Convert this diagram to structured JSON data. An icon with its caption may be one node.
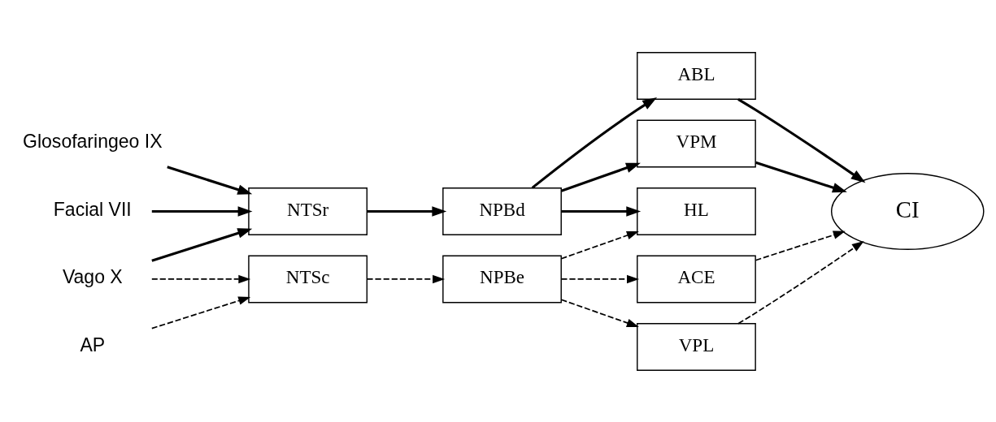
{
  "diagram": {
    "nodes": [
      {
        "text": [
          "Glosofaringeo IX"
        ]
      },
      {
        "text": [
          "Facial VII"
        ]
      },
      {
        "text": [
          "Vago X"
        ]
      },
      {
        "text": [
          "AP"
        ]
      },
      {
        "text": [
          "NTSr"
        ]
      },
      {
        "text": [
          "NTSc"
        ]
      },
      {
        "text": [
          "NPBd"
        ]
      },
      {
        "text": [
          "NPBe"
        ]
      },
      {
        "text": [
          "VPM"
        ]
      },
      {
        "text": [
          "VPL"
        ]
      },
      {
        "text": [
          "CI"
        ]
      },
      {
        "text": [
          "ABL"
        ]
      },
      {
        "text": [
          "ACE"
        ]
      },
      {
        "text": [
          "HL"
        ]
      }
    ],
    "edges": [
      {
        "from": 0,
        "to": 4,
        "arrow": "to"
      },
      {
        "from": 1,
        "to": 4,
        "arrow": "to"
      },
      {
        "from": 2,
        "to": 4,
        "arrow": "to"
      },
      {
        "from": 2,
        "to": 5,
        "arrow": "to",
        "style": "dashed"
      },
      {
        "from": 3,
        "to": 5,
        "arrow": "to",
        "style": "dashed"
      },
      {
        "from": 4,
        "to": 6,
        "arrow": "to"
      },
      {
        "from": 5,
        "to": 7,
        "arrow": "to",
        "style": "dashed"
      },
      {
        "from": 6,
        "to": 8,
        "arrow": "to"
      },
      {
        "from": 6,
        "to": 11,
        "arrow": "to"
      },
      {
        "from": 6,
        "to": 13,
        "arrow": "to"
      },
      {
        "from": 7,
        "to": 9,
        "arrow": "to",
        "style": "dashed"
      },
      {
        "from": 7,
        "to": 12,
        "arrow": "to",
        "style": "dashed"
      },
      {
        "from": 7,
        "to": 13,
        "arrow": "to",
        "style": "dashed"
      },
      {
        "from": 8,
        "to": 10,
        "arrow": "to"
      },
      {
        "from": 9,
        "to": 10,
        "arrow": "to",
        "style": "dashed"
      },
      {
        "from": 11,
        "to": 10,
        "arrow": "to"
      },
      {
        "from": 12,
        "to": 10,
        "arrow": "to",
        "style": "dashed"
      }
    ]
  }
}
